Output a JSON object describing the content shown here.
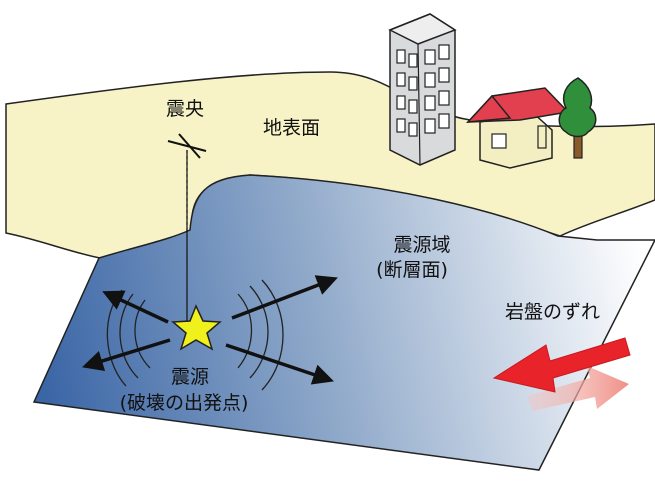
{
  "labels": {
    "epicenter": "震央",
    "ground_surface": "地表面",
    "source_region": "震源域",
    "fault_plane": "(断層面)",
    "rock_slip": "岩盤のずれ",
    "hypocenter": "震源",
    "hypocenter_note": "(破壊の出発点)"
  },
  "colors": {
    "ground": "#f7f3c6",
    "plane_dark": "#3e6aa8",
    "plane_light": "#ffffff",
    "slip_front": "#e8232a",
    "slip_back": "#f2a79f",
    "star": "#f0f01c",
    "roof": "#e2404e",
    "tree": "#2f8f3a"
  }
}
